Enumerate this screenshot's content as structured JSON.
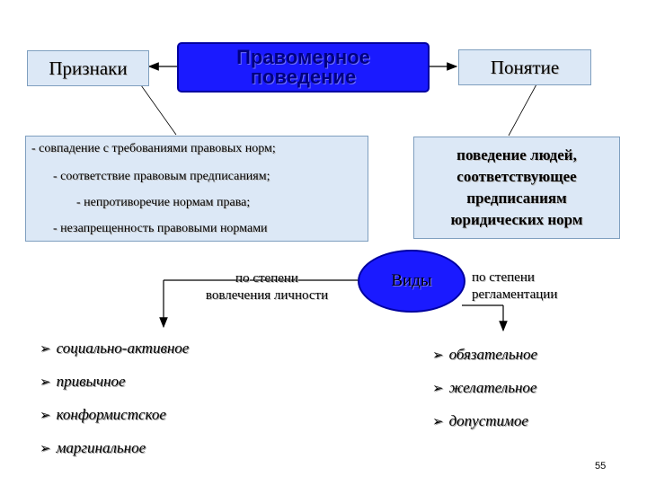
{
  "left_box": {
    "label": "Признаки"
  },
  "center_box": {
    "label": "Правомерное\nповедение"
  },
  "right_box": {
    "label": "Понятие"
  },
  "features": [
    "- совпадение с требованиями правовых норм;",
    "- соответствие правовым предписаниям;",
    "- непротиворечие нормам права;",
    "- незапрещенность правовыми нормами"
  ],
  "definition": {
    "text": "поведение людей,\nсоответствующее\nпредписаниям\nюридических норм"
  },
  "types": {
    "label": "Виды",
    "left_criterion": "по степени\nвовлечения личности",
    "right_criterion": "по степени\n          регламентации"
  },
  "left_types": [
    "социально-активное",
    "привычное",
    "конформистское",
    "маргинальное"
  ],
  "right_types": [
    "обязательное",
    "желательное",
    "допустимое"
  ],
  "colors": {
    "box_fill": "#dce8f6",
    "center_fill": "#1a1aff"
  },
  "page_number": "55"
}
